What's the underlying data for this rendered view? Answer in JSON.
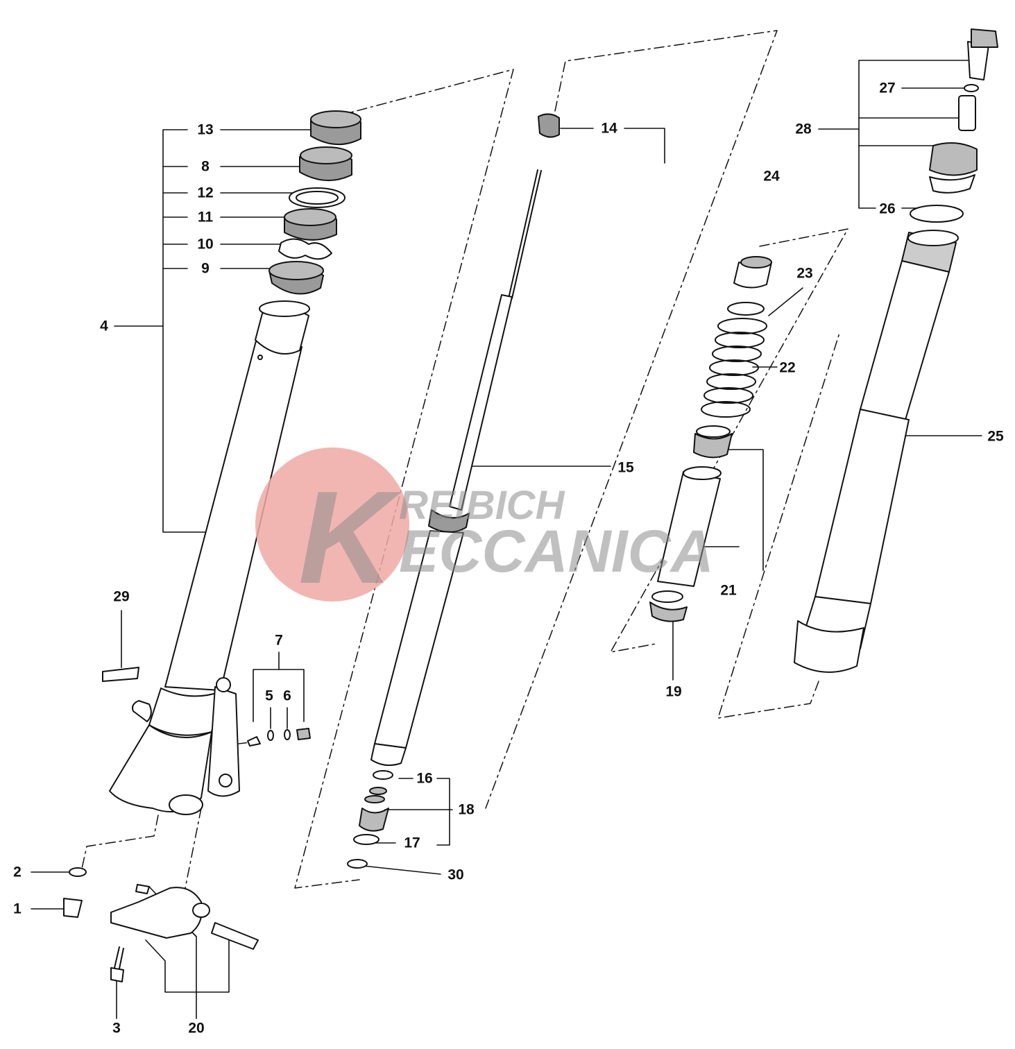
{
  "watermark": {
    "line1": "REIBICH",
    "line2": "ECCANICA",
    "letter": "K",
    "circle_color": "#f0a9a4",
    "text_color": "#8c8c8c"
  },
  "colors": {
    "line": "#111111",
    "part_shade": "#9a9a9a",
    "part_fill": "#ffffff"
  },
  "callouts": [
    {
      "id": "c1",
      "text": "1"
    },
    {
      "id": "c2",
      "text": "2"
    },
    {
      "id": "c3",
      "text": "3"
    },
    {
      "id": "c4",
      "text": "4"
    },
    {
      "id": "c5",
      "text": "5"
    },
    {
      "id": "c6",
      "text": "6"
    },
    {
      "id": "c7",
      "text": "7"
    },
    {
      "id": "c8",
      "text": "8"
    },
    {
      "id": "c9",
      "text": "9"
    },
    {
      "id": "c10",
      "text": "10"
    },
    {
      "id": "c11",
      "text": "11"
    },
    {
      "id": "c12",
      "text": "12"
    },
    {
      "id": "c13",
      "text": "13"
    },
    {
      "id": "c14",
      "text": "14"
    },
    {
      "id": "c15",
      "text": "15"
    },
    {
      "id": "c16",
      "text": "16"
    },
    {
      "id": "c17",
      "text": "17"
    },
    {
      "id": "c18",
      "text": "18"
    },
    {
      "id": "c19",
      "text": "19"
    },
    {
      "id": "c20",
      "text": "20"
    },
    {
      "id": "c21",
      "text": "21"
    },
    {
      "id": "c22",
      "text": "22"
    },
    {
      "id": "c23",
      "text": "23"
    },
    {
      "id": "c24",
      "text": "24"
    },
    {
      "id": "c25",
      "text": "25"
    },
    {
      "id": "c26",
      "text": "26"
    },
    {
      "id": "c27",
      "text": "27"
    },
    {
      "id": "c28",
      "text": "28"
    },
    {
      "id": "c29",
      "text": "29"
    },
    {
      "id": "c30",
      "text": "30"
    }
  ]
}
